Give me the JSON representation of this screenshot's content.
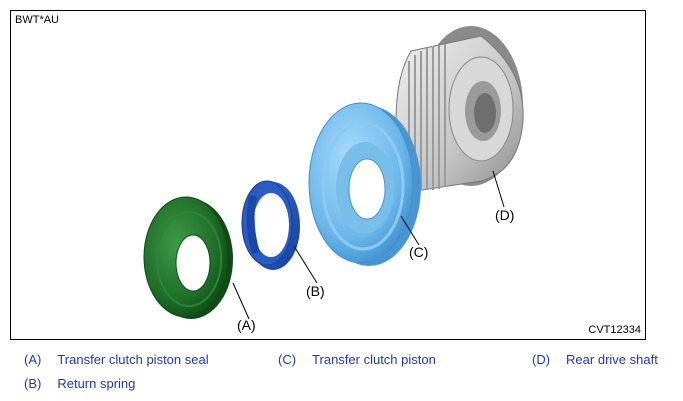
{
  "figure": {
    "code_top_left": "BWT*AU",
    "code_bottom_right": "CVT12334"
  },
  "callouts": {
    "a": "(A)",
    "b": "(B)",
    "c": "(C)",
    "d": "(D)"
  },
  "legend": [
    {
      "letter": "(A)",
      "text": "Transfer clutch piston seal"
    },
    {
      "letter": "(B)",
      "text": "Return spring"
    },
    {
      "letter": "(C)",
      "text": "Transfer clutch piston"
    },
    {
      "letter": "(D)",
      "text": "Rear drive shaft"
    }
  ],
  "colors": {
    "seal_green": "#1f6e2a",
    "spring_blue": "#1f4fb5",
    "piston_light_blue": "#6cb6ea",
    "shaft_gray": "#c8c8c8",
    "legend_text": "#1f3aa8"
  }
}
